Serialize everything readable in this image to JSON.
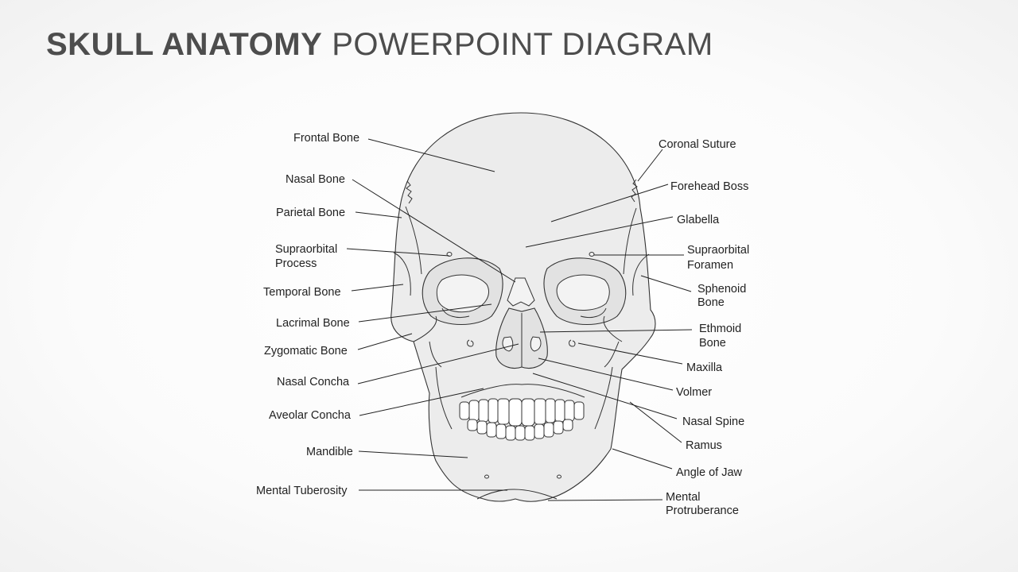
{
  "title": {
    "bold": "SKULL ANATOMY",
    "light": "POWERPOINT DIAGRAM"
  },
  "labels": {
    "frontal_bone": "Frontal Bone",
    "nasal_bone": "Nasal Bone",
    "parietal_bone": "Parietal Bone",
    "supraorbital_process_1": "Supraorbital",
    "supraorbital_process_2": "Process",
    "temporal_bone": "Temporal Bone",
    "lacrimal_bone": "Lacrimal Bone",
    "zygomatic_bone": "Zygomatic Bone",
    "nasal_concha": "Nasal Concha",
    "aveolar_concha": "Aveolar Concha",
    "mandible": "Mandible",
    "mental_tuberosity": "Mental Tuberosity",
    "coronal_suture": "Coronal Suture",
    "forehead_boss": "Forehead Boss",
    "glabella": "Glabella",
    "supraorbital_foramen_1": "Supraorbital",
    "supraorbital_foramen_2": "Foramen",
    "sphenoid_bone_1": "Sphenoid",
    "sphenoid_bone_2": "Bone",
    "ethmoid_bone_1": "Ethmoid",
    "ethmoid_bone_2": "Bone",
    "maxilla": "Maxilla",
    "volmer": "Volmer",
    "nasal_spine": "Nasal Spine",
    "ramus": "Ramus",
    "angle_of_jaw": "Angle of Jaw",
    "mental_protruberance_1": "Mental",
    "mental_protruberance_2": "Protruberance"
  }
}
